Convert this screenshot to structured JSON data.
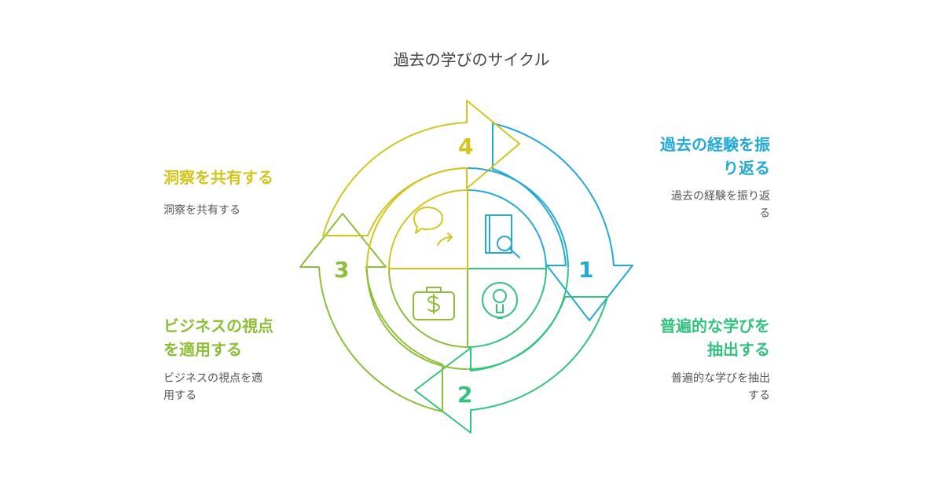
{
  "title": "過去の学びのサイクル",
  "colors": {
    "step1": "#23A9D6",
    "step2": "#33C27F",
    "step3": "#8DBF36",
    "step4": "#D4C51E",
    "text_gray": "#555555"
  },
  "steps": [
    {
      "number": "1",
      "title": "過去の経験を振り返る",
      "title_lines": [
        "過去の経験を振",
        "り返る"
      ],
      "description_lines": [
        "過去の経験を振り返",
        "る"
      ],
      "icon": "book-search-icon"
    },
    {
      "number": "2",
      "title": "普遍的な学びを抽出する",
      "title_lines": [
        "普遍的な学びを",
        "抽出する"
      ],
      "description_lines": [
        "普遍的な学びを抽出",
        "する"
      ],
      "icon": "gear-lightbulb-icon"
    },
    {
      "number": "3",
      "title": "ビジネスの視点を適用する",
      "title_lines": [
        "ビジネスの視点",
        "を適用する"
      ],
      "description_lines": [
        "ビジネスの視点を適",
        "用する"
      ],
      "icon": "money-briefcase-icon"
    },
    {
      "number": "4",
      "title": "洞察を共有する",
      "title_lines": [
        "洞察を共有する"
      ],
      "description_lines": [
        "洞察を共有する"
      ],
      "icon": "chat-share-icon"
    }
  ]
}
